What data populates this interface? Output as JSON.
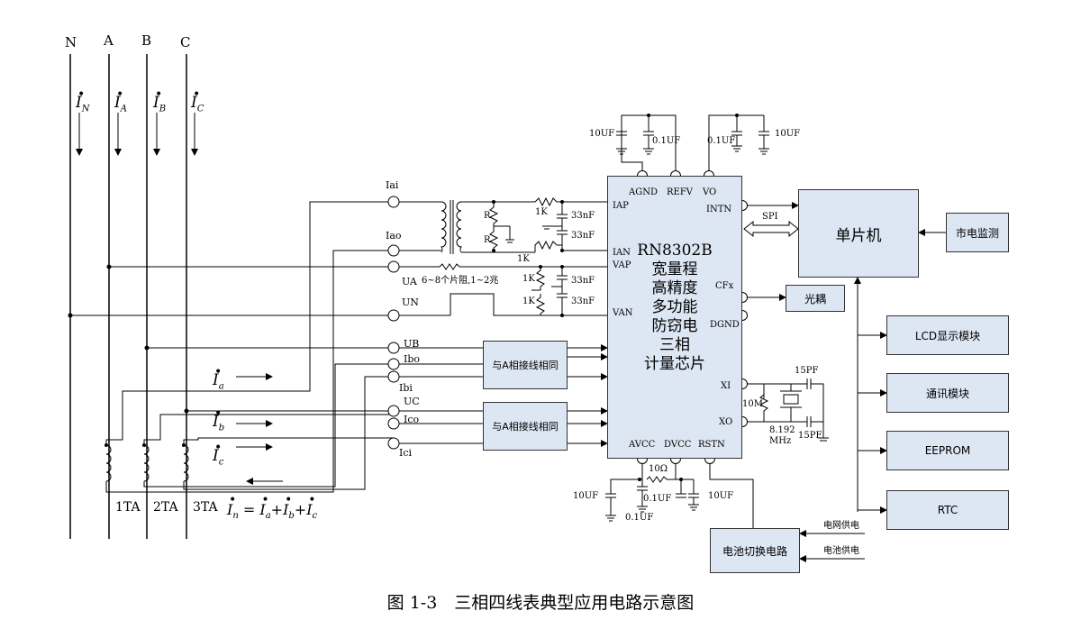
{
  "phases": [
    "N",
    "A",
    "B",
    "C"
  ],
  "top_currents": [
    {
      "symbol": "I",
      "sub": "N"
    },
    {
      "symbol": "I",
      "sub": "A"
    },
    {
      "symbol": "I",
      "sub": "B"
    },
    {
      "symbol": "I",
      "sub": "C"
    }
  ],
  "mid_currents": [
    {
      "symbol": "I",
      "sub": "a"
    },
    {
      "symbol": "I",
      "sub": "b"
    },
    {
      "symbol": "I",
      "sub": "c"
    }
  ],
  "ct_labels": [
    "1TA",
    "2TA",
    "3TA"
  ],
  "neutral_equation": {
    "lhs": "I",
    "lhs_sub": "n",
    "eq": " = ",
    "t1": "I",
    "t1_sub": "a",
    "t2": "I",
    "t2_sub": "b",
    "t3": "I",
    "t3_sub": "c",
    "plus": "+"
  },
  "terminals": {
    "iai": "Iai",
    "iao": "Iao",
    "ua": "UA",
    "un": "UN",
    "ub": "UB",
    "ibo": "Ibo",
    "ibi": "Ibi",
    "uc": "UC",
    "ico": "Ico",
    "ici": "Ici"
  },
  "components": {
    "r1": "R",
    "r2": "R",
    "k1": "1K",
    "k2": "1K",
    "k3": "1K",
    "k4": "1K",
    "c33_1": "33nF",
    "c33_2": "33nF",
    "c33_3": "33nF",
    "c33_4": "33nF",
    "divider_note": "6~8个片阻,1~2兆",
    "c10uf_tl": "10UF",
    "c01uf_tl": "0.1UF",
    "c01uf_tr": "0.1UF",
    "c10uf_tr": "10UF",
    "c15pf_1": "15PF",
    "c15pf_2": "15PF",
    "r10m": "10M",
    "crystal": "8.192\nMHz",
    "r10ohm": "10Ω",
    "c10uf_bl": "10UF",
    "c01uf_bl1": "0.1UF",
    "c01uf_bl2": "0.1UF",
    "c10uf_br": "10UF"
  },
  "chip": {
    "title_lines": [
      "RN8302B",
      "宽量程",
      "高精度",
      "多功能",
      "防窃电",
      "三相",
      "计量芯片"
    ],
    "pins": {
      "agnd": "AGND",
      "refv": "REFV",
      "vo": "VO",
      "iap": "IAP",
      "ian": "IAN",
      "vap": "VAP",
      "van": "VAN",
      "intn": "INTN",
      "cfx": "CFx",
      "dgnd": "DGND",
      "xi": "XI",
      "xo": "XO",
      "avcc": "AVCC",
      "dvcc": "DVCC",
      "rstn": "RSTN"
    }
  },
  "blocks": {
    "mcu": "单片机",
    "mains_monitor": "市电监测",
    "optocoupler": "光耦",
    "same_as_a_1": "与A相接线相同",
    "same_as_a_2": "与A相接线相同",
    "lcd": "LCD显示模块",
    "comm": "通讯模块",
    "eeprom": "EEPROM",
    "rtc": "RTC",
    "battery_switch": "电池切换电路"
  },
  "bus": {
    "spi": "SPI"
  },
  "power_inputs": {
    "grid": "电网供电",
    "battery": "电池供电"
  },
  "caption": "图 1-3　三相四线表典型应用电路示意图"
}
